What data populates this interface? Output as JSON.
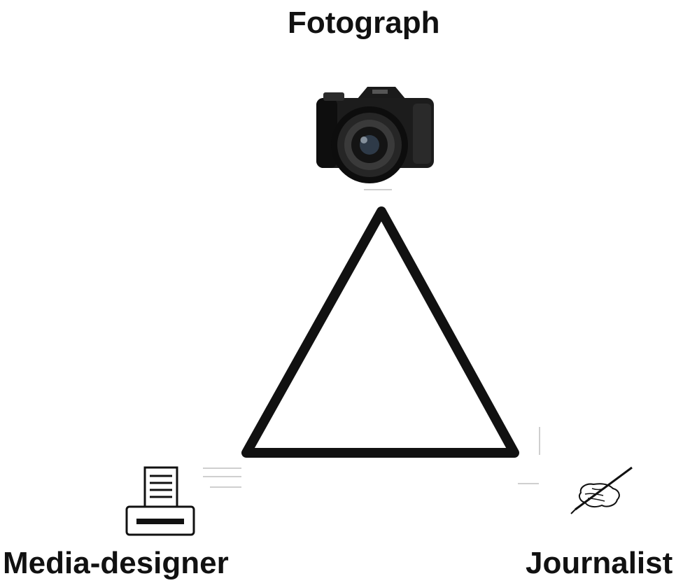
{
  "diagram": {
    "nodes": [
      {
        "id": "top",
        "label": "Fotograph",
        "icon": "camera-icon"
      },
      {
        "id": "bottom-left",
        "label": "Media-designer",
        "icon": "printer-icon"
      },
      {
        "id": "bottom-right",
        "label": "Journalist",
        "icon": "pen-writing-hand-icon"
      }
    ],
    "shape": "triangle",
    "colors": {
      "line": "#111111",
      "text": "#111111",
      "background": "#ffffff"
    }
  }
}
